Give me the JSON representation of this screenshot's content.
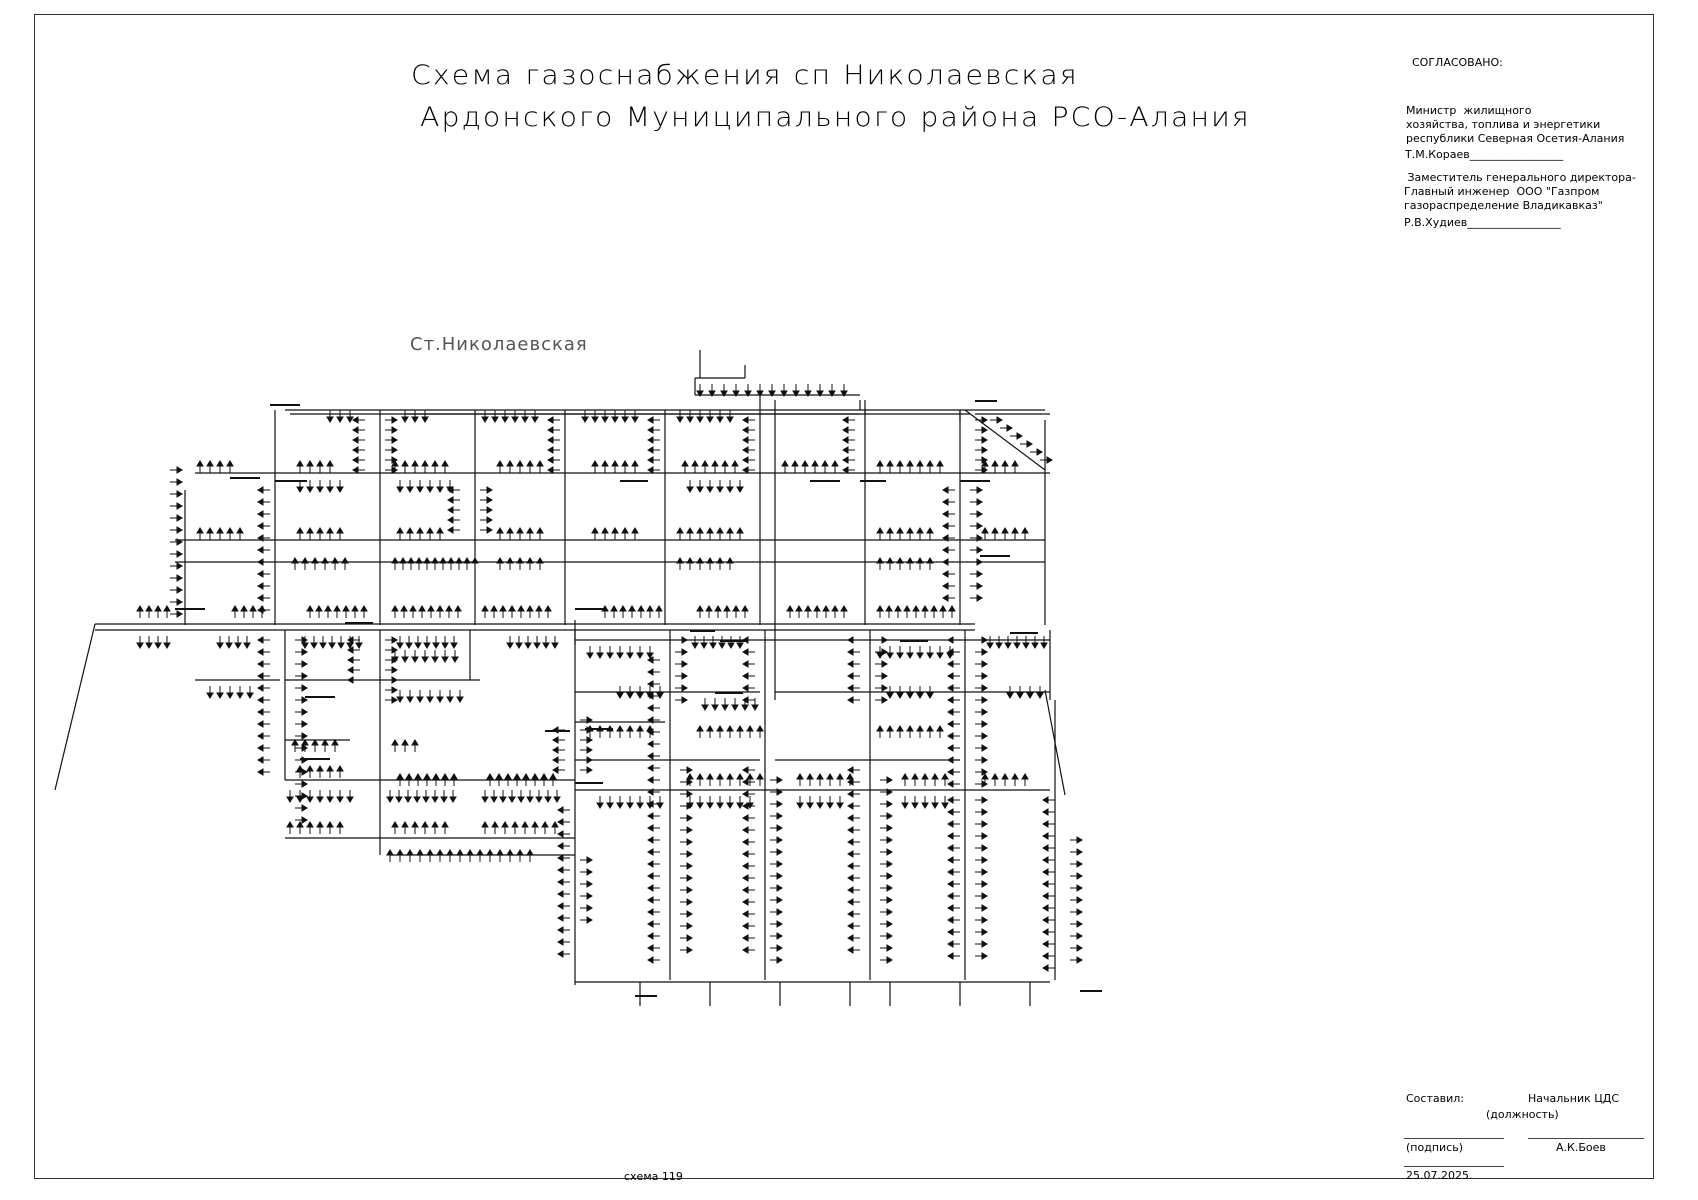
{
  "title": {
    "line1": "Схема газоснабжения сп Николаевская",
    "line2": "Ардонского Муниципального района РСО-Алания"
  },
  "station_label": "Ст.Николаевская",
  "approval": {
    "header": "СОГЛАСОВАНО:",
    "minister_role": "Министр  жилищного\nхозяйства, топлива и энергетики\nреспублики Северная Осетия-Алания",
    "minister_name": "Т.М.Кораев_________________",
    "deputy_role": " Заместитель генерального директора-\nГлавный инженер  ООО \"Газпром\nгазораспределение Владикавказ\"",
    "deputy_name": "Р.В.Худиев_________________"
  },
  "footer": {
    "compiled_label": "Составил:",
    "position_value": "Начальник ЦДС",
    "position_caption": "(должность)",
    "signature_caption": "(подпись)",
    "name_value": "А.К.Боев",
    "date": "25.07.2025.",
    "scheme_number": "схема 119"
  }
}
